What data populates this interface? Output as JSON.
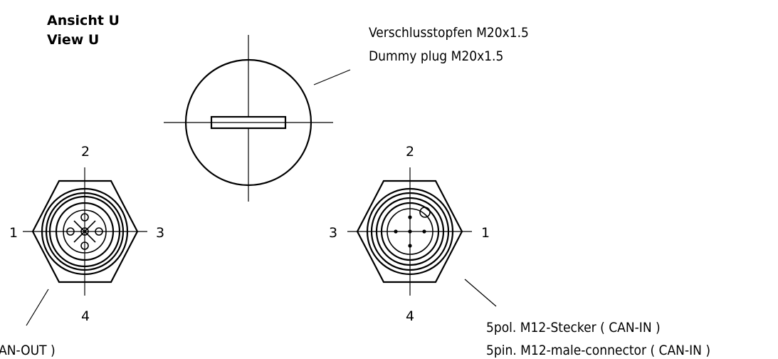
{
  "view": {
    "title_de": "Ansicht U",
    "title_en": "View U"
  },
  "dummy_plug": {
    "label_de": "Verschlusstopfen M20x1.5",
    "label_en": "Dummy plug M20x1.5"
  },
  "female_connector": {
    "pins": {
      "top": "2",
      "left": "1",
      "right": "3",
      "bottom": "4"
    },
    "label_partial": "AN-OUT )"
  },
  "male_connector": {
    "pins": {
      "top": "2",
      "left": "3",
      "right": "1",
      "bottom": "4"
    },
    "label_de": "5pol. M12-Stecker ( CAN-IN )",
    "label_en": "5pin. M12-male-connector ( CAN-IN )"
  }
}
